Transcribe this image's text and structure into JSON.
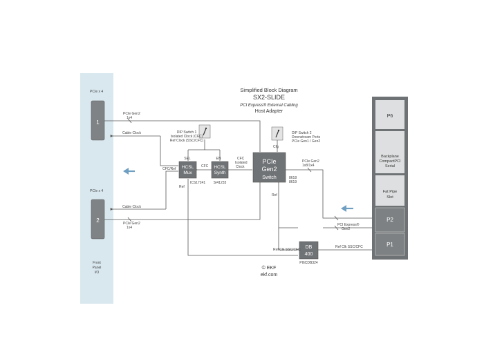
{
  "title": {
    "line1": "Simplified Block Diagram",
    "line2": "SX2-SLIDE",
    "line3": "PCI Express® External Cabling",
    "line4": "Host Adapter"
  },
  "front_panel": {
    "label_line1": "Front",
    "label_line2": "Panel",
    "label_line3": "I/O",
    "port1": {
      "number": "1",
      "caption": "PCIe x 4"
    },
    "port2": {
      "number": "2",
      "caption": "PCIe x 4"
    }
  },
  "backplane": {
    "p6": "P6",
    "backplane_line1": "Backplane",
    "backplane_line2": "CompactPCI",
    "backplane_line3": "Serial",
    "fatpipe_line1": "Fat Pipe",
    "fatpipe_line2": "Slot",
    "p2": "P2",
    "p1": "P1"
  },
  "blocks": {
    "switch": {
      "line1": "PCIe",
      "line2": "Gen2",
      "line3": "Switch"
    },
    "synth": {
      "line1": "HCSL",
      "line2": "Synth",
      "part": "SI41233",
      "pin": "EN"
    },
    "mux": {
      "line1": "HCSL",
      "line2": "Mux",
      "part": "ICS17241",
      "pin": "SEL"
    },
    "db": {
      "line1": "DB",
      "line2": "400",
      "part": "PI6CDB324"
    }
  },
  "dip1": {
    "line1": "DIP Switch 1",
    "line2": "Isolated Clock (CFC)",
    "line3": "Ref Clock (SSC/CFC)"
  },
  "dip2": {
    "line1": "DIP Switch 2",
    "line2": "Downstream Ports",
    "line3": "PCIe Gen1 / Gen2",
    "cfg": "Cfg"
  },
  "labels": {
    "pcie_top_1": "PCIe Gen2",
    "pcie_top_2": "1x4",
    "cable_clock_top": "Cable Clock",
    "cfc_ref": "CFC/Ref",
    "cfc_mid": "CFC",
    "cfc_iso_1": "CFC",
    "cfc_iso_2": "Isolated",
    "cfc_iso_3": "Clock",
    "ref_left": "Ref",
    "cable_clock_bottom": "Cable Clock",
    "pcie_bot_1": "PCIe Gen2",
    "pcie_bot_2": "1x4",
    "pcie_right_1": "PCIe Gen2",
    "pcie_right_2": "1x8/1x4",
    "bridge_1": "8618",
    "bridge_2": "8619",
    "ref_right": "Ref",
    "pcie_bp_1": "PCI Express®",
    "pcie_bp_2": "Gen2",
    "ref_clk_bp": "Ref Clk SSC/CFC",
    "ref_clk_db": "Ref Clk SSC/CFC"
  },
  "footer": {
    "copyright": "© EKF",
    "url": "ekf.com"
  },
  "colors": {
    "panel_bg": "#d9e8ef",
    "block_fill": "#707375",
    "backplane_frame": "#6f7274",
    "arrow": "#6f9fc2"
  }
}
